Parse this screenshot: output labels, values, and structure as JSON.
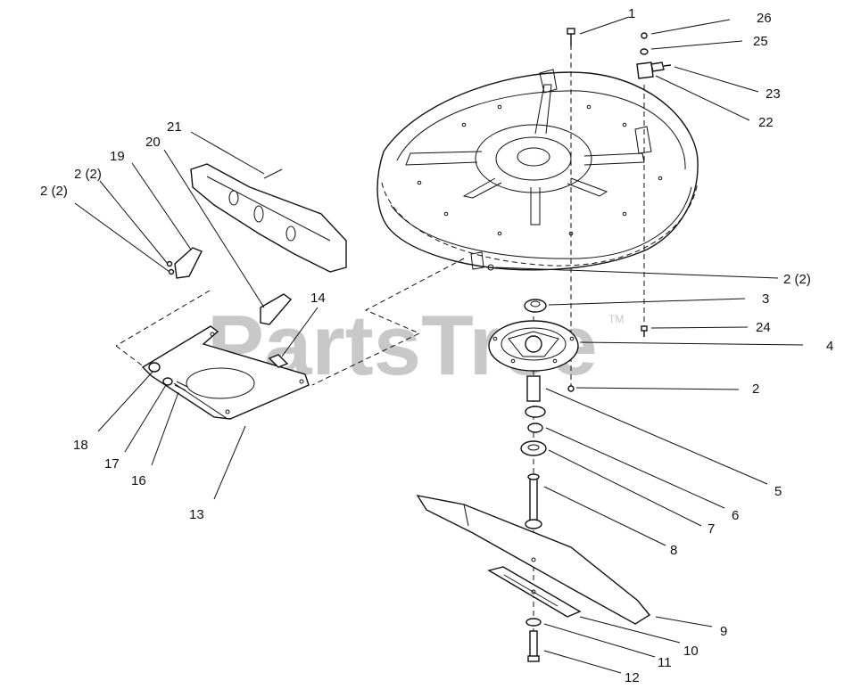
{
  "watermark": {
    "text": "PartsTree",
    "trademark": "TM"
  },
  "callouts": [
    {
      "id": "c1",
      "text": "1"
    },
    {
      "id": "c26",
      "text": "26"
    },
    {
      "id": "c25",
      "text": "25"
    },
    {
      "id": "c23",
      "text": "23"
    },
    {
      "id": "c22",
      "text": "22"
    },
    {
      "id": "c21",
      "text": "21"
    },
    {
      "id": "c20",
      "text": "20"
    },
    {
      "id": "c19",
      "text": "19"
    },
    {
      "id": "c2a",
      "text": "2 (2)"
    },
    {
      "id": "c2b",
      "text": "2 (2)"
    },
    {
      "id": "c2c",
      "text": "2 (2)"
    },
    {
      "id": "c3",
      "text": "3"
    },
    {
      "id": "c14",
      "text": "14"
    },
    {
      "id": "c24",
      "text": "24"
    },
    {
      "id": "c4",
      "text": "4"
    },
    {
      "id": "c2",
      "text": "2"
    },
    {
      "id": "c5",
      "text": "5"
    },
    {
      "id": "c6",
      "text": "6"
    },
    {
      "id": "c7",
      "text": "7"
    },
    {
      "id": "c8",
      "text": "8"
    },
    {
      "id": "c18",
      "text": "18"
    },
    {
      "id": "c17",
      "text": "17"
    },
    {
      "id": "c16",
      "text": "16"
    },
    {
      "id": "c13",
      "text": "13"
    },
    {
      "id": "c9",
      "text": "9"
    },
    {
      "id": "c10",
      "text": "10"
    },
    {
      "id": "c11",
      "text": "11"
    },
    {
      "id": "c12",
      "text": "12"
    }
  ]
}
